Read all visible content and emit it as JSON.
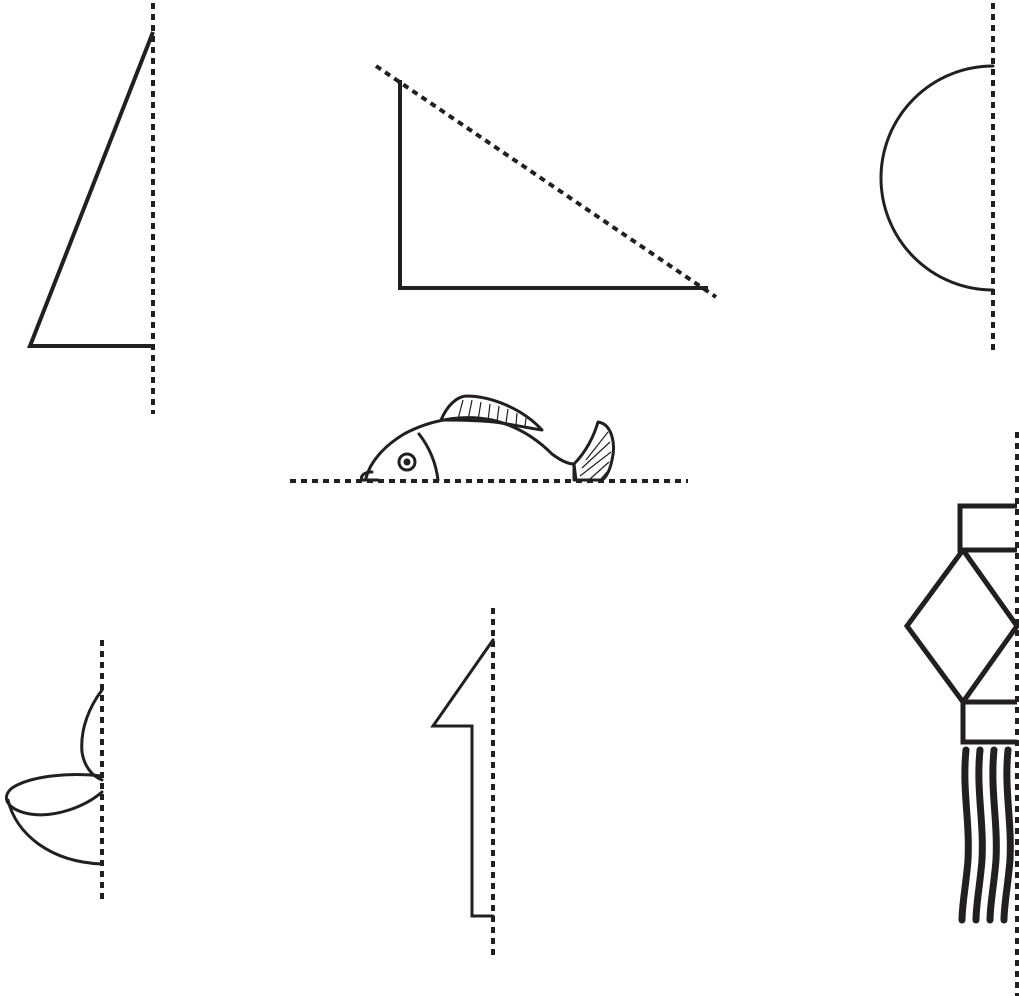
{
  "worksheet": {
    "shapes": [
      {
        "name": "tall-triangle-half",
        "kind": "shape"
      },
      {
        "name": "right-triangle",
        "kind": "shape"
      },
      {
        "name": "semicircle",
        "kind": "shape"
      },
      {
        "name": "fish",
        "kind": "picture"
      },
      {
        "name": "diya-lamp-half",
        "kind": "picture"
      },
      {
        "name": "arrow-half",
        "kind": "shape"
      },
      {
        "name": "kandil-lantern-half",
        "kind": "picture"
      }
    ],
    "line_style": {
      "shape_stroke": "#231f20",
      "mirror_line": "dotted",
      "background": "#ffffff"
    }
  }
}
